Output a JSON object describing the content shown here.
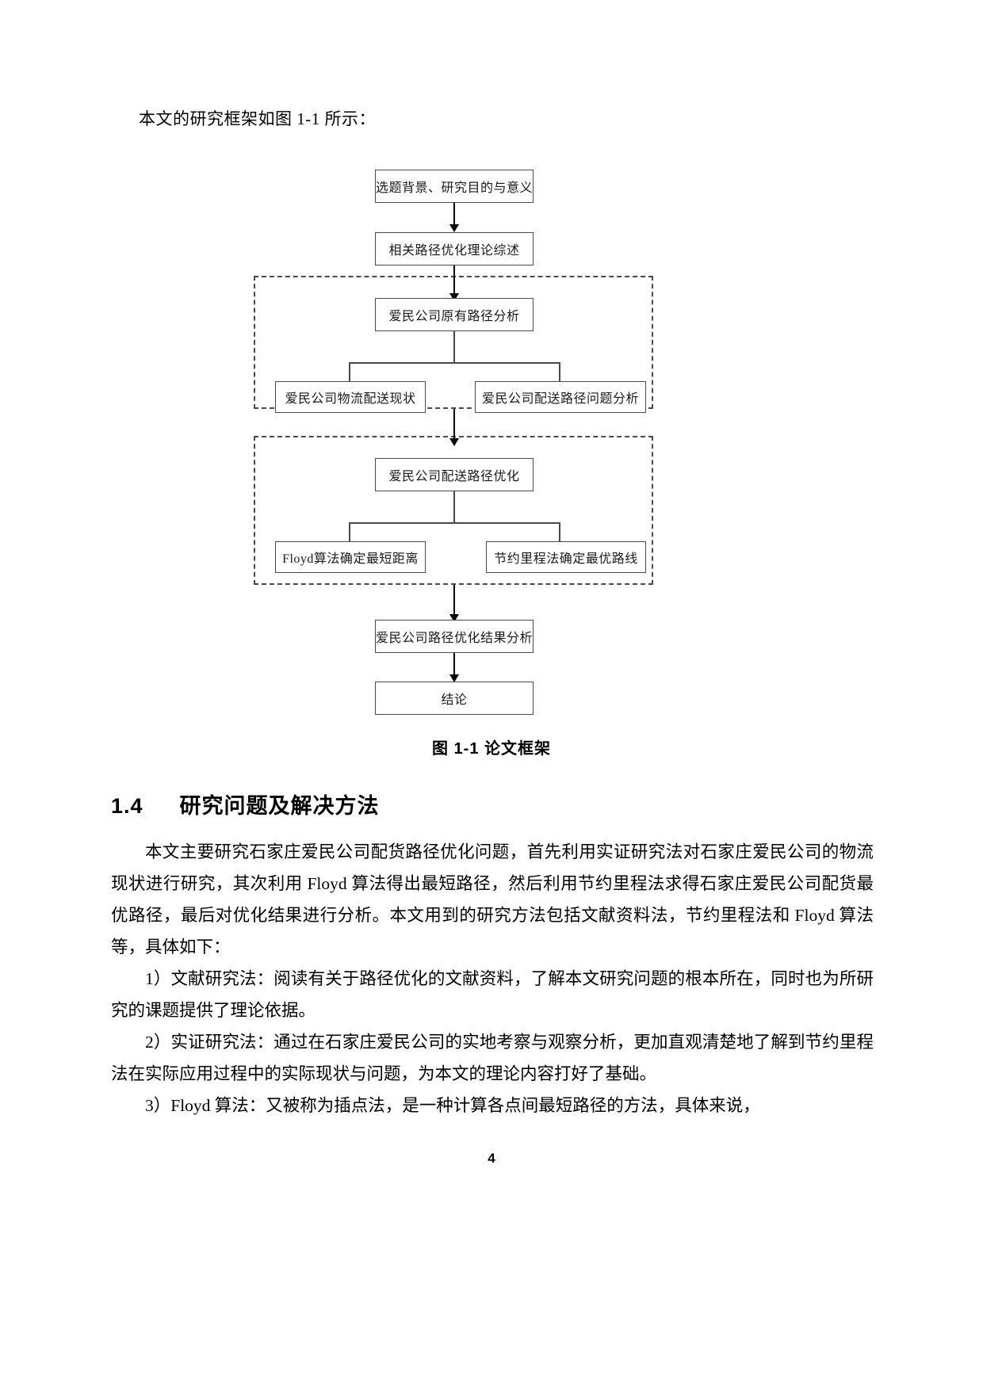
{
  "document": {
    "intro_line": "本文的研究框架如图 1-1 所示：",
    "figure_caption": "图 1-1  论文框架",
    "section": {
      "number": "1.4",
      "title": "研究问题及解决方法"
    },
    "paragraphs": [
      "本文主要研究石家庄爱民公司配货路径优化问题，首先利用实证研究法对石家庄爱民公司的物流现状进行研究，其次利用 Floyd 算法得出最短路径，然后利用节约里程法求得石家庄爱民公司配货最优路径，最后对优化结果进行分析。本文用到的研究方法包括文献资料法，节约里程法和 Floyd 算法等，具体如下：",
      "1）文献研究法：阅读有关于路径优化的文献资料，了解本文研究问题的根本所在，同时也为所研究的课题提供了理论依据。",
      "2）实证研究法：通过在石家庄爱民公司的实地考察与观察分析，更加直观清楚地了解到节约里程法在实际应用过程中的实际现状与问题，为本文的理论内容打好了基础。",
      "3）Floyd 算法：又被称为插点法，是一种计算各点间最短路径的方法，具体来说，"
    ],
    "page_number": "4"
  },
  "chart_data": {
    "type": "diagram",
    "title": "图 1-1  论文框架",
    "nodes": [
      {
        "id": "n1",
        "label": "选题背景、研究目的与意义"
      },
      {
        "id": "n2",
        "label": "相关路径优化理论综述"
      },
      {
        "id": "n3",
        "label": "爱民公司原有路径分析"
      },
      {
        "id": "n4",
        "label": "爱民公司物流配送现状"
      },
      {
        "id": "n5",
        "label": "爱民公司配送路径问题分析"
      },
      {
        "id": "n6",
        "label": "爱民公司配送路径优化"
      },
      {
        "id": "n7",
        "label": "Floyd算法确定最短距离"
      },
      {
        "id": "n8",
        "label": "节约里程法确定最优路线"
      },
      {
        "id": "n9",
        "label": "爱民公司路径优化结果分析"
      },
      {
        "id": "n10",
        "label": "结论"
      }
    ],
    "groups": [
      {
        "id": "g1",
        "contains": [
          "n3",
          "n4",
          "n5"
        ],
        "style": "dashed"
      },
      {
        "id": "g2",
        "contains": [
          "n6",
          "n7",
          "n8"
        ],
        "style": "dashed"
      }
    ],
    "edges": [
      {
        "from": "n1",
        "to": "n2",
        "arrow": true
      },
      {
        "from": "n2",
        "to": "n3",
        "arrow": true
      },
      {
        "from": "n3",
        "to": "n4",
        "arrow": false
      },
      {
        "from": "n3",
        "to": "n5",
        "arrow": false
      },
      {
        "from": "g1",
        "to": "g2",
        "arrow": true
      },
      {
        "from": "n6",
        "to": "n7",
        "arrow": false
      },
      {
        "from": "n6",
        "to": "n8",
        "arrow": false
      },
      {
        "from": "g2",
        "to": "n9",
        "arrow": true
      },
      {
        "from": "n9",
        "to": "n10",
        "arrow": true
      }
    ]
  }
}
